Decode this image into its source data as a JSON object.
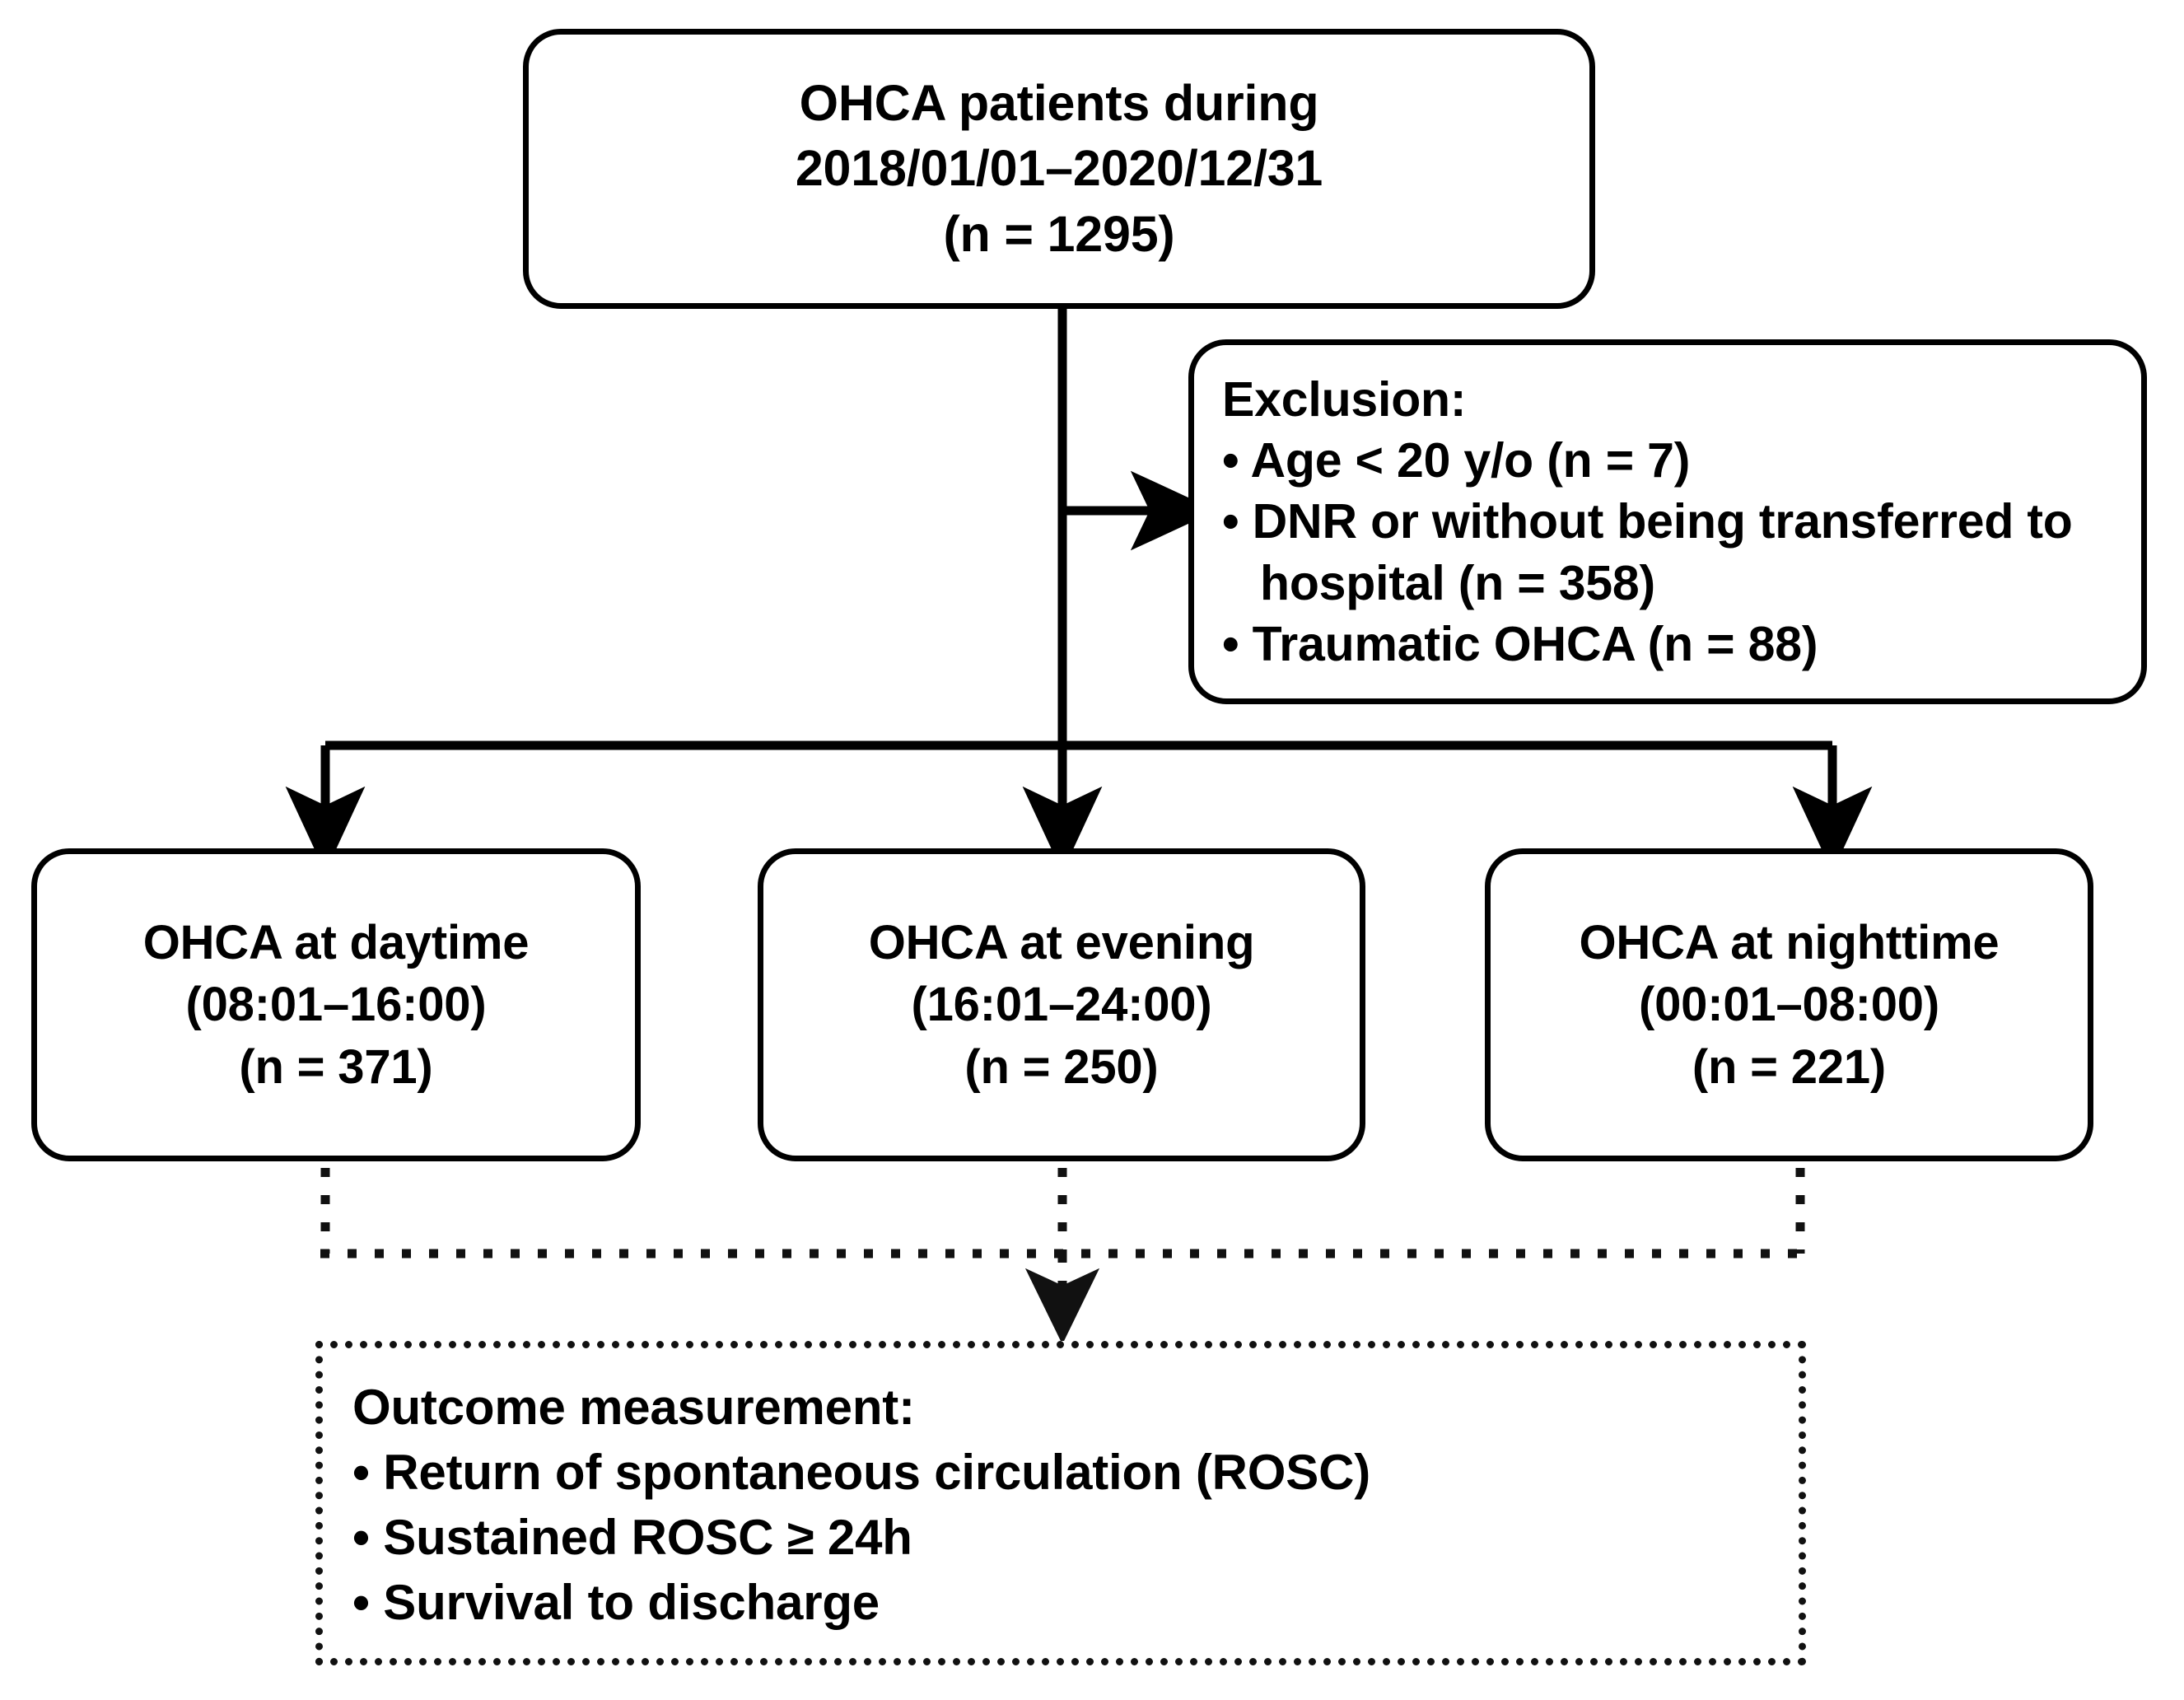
{
  "figure": {
    "type": "flowchart",
    "title": "OHCA patient selection flow diagram",
    "line_color": "#000000",
    "box_fill": "#ffffff"
  },
  "nodes": {
    "cohort": {
      "name": "cohort-box",
      "style": "solid-rounded",
      "lines": [
        "OHCA patients during",
        "2018/01/01–2020/12/31",
        "(n = 1295)"
      ]
    },
    "exclusion": {
      "name": "exclusion-box",
      "style": "solid-rounded",
      "heading": "Exclusion:",
      "items": [
        "• Age < 20 y/o (n = 7)",
        "• DNR or without being transferred to",
        "hospital (n = 358)",
        "• Traumatic OHCA (n = 88)"
      ]
    },
    "daytime": {
      "name": "daytime-box",
      "style": "solid-rounded",
      "lines": [
        "OHCA at daytime",
        "(08:01–16:00)",
        "(n = 371)"
      ]
    },
    "evening": {
      "name": "evening-box",
      "style": "solid-rounded",
      "lines": [
        "OHCA at evening",
        "(16:01–24:00)",
        "(n = 250)"
      ]
    },
    "nighttime": {
      "name": "nighttime-box",
      "style": "solid-rounded",
      "lines": [
        "OHCA at nighttime",
        "(00:01–08:00)",
        "(n = 221)"
      ]
    },
    "outcome": {
      "name": "outcome-box",
      "style": "dotted-rect",
      "heading": "Outcome measurement:",
      "items": [
        "• Return of spontaneous circulation (ROSC)",
        "• Sustained ROSC ≥ 24h",
        "• Survival to discharge"
      ]
    }
  },
  "edges": [
    {
      "name": "cohort-to-split",
      "style": "solid",
      "arrow": true
    },
    {
      "name": "cohort-to-exclusion",
      "style": "solid",
      "arrow": true
    },
    {
      "name": "split-to-daytime",
      "style": "solid",
      "arrow": true
    },
    {
      "name": "split-to-evening",
      "style": "solid",
      "arrow": true
    },
    {
      "name": "split-to-nighttime",
      "style": "solid",
      "arrow": true
    },
    {
      "name": "daytime-to-outcome-bus",
      "style": "dotted",
      "arrow": false
    },
    {
      "name": "evening-to-outcome",
      "style": "dotted",
      "arrow": true
    },
    {
      "name": "nighttime-to-outcome-bus",
      "style": "dotted",
      "arrow": false
    }
  ]
}
